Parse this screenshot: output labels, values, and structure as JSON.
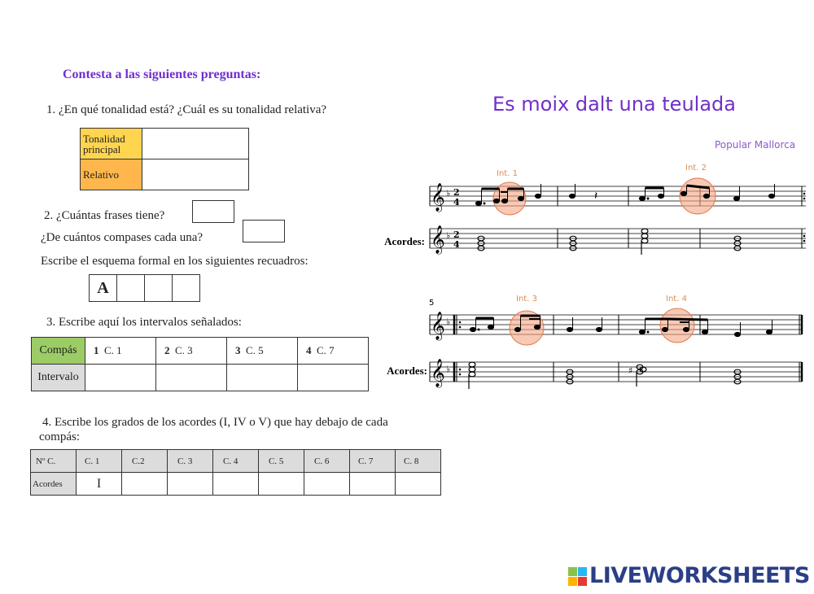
{
  "heading": "Contesta a las siguientes preguntas:",
  "q1": {
    "text": "1. ¿En qué tonalidad está? ¿Cuál es su tonalidad relativa?",
    "row1_label": "Tonalidad principal",
    "row2_label": "Relativo",
    "row1_color": "#ffd54f",
    "row2_color": "#ffb74d"
  },
  "q2": {
    "line1": "2. ¿Cuántas frases tiene?",
    "line2": "¿De cuántos compases cada una?",
    "line3": "Escribe el esquema formal en los siguientes recuadros:",
    "first_letter": "A"
  },
  "q3": {
    "text": "3. Escribe aquí los intervalos señalados:",
    "header_label": "Compás",
    "row_label": "Intervalo",
    "header_color": "#9ccc65",
    "cells": [
      {
        "num": "1",
        "label": "C. 1"
      },
      {
        "num": "2",
        "label": "C. 3"
      },
      {
        "num": "3",
        "label": "C. 5"
      },
      {
        "num": "4",
        "label": "C. 7"
      }
    ]
  },
  "q4": {
    "text_line1": "4. Escribe los grados de los acordes (I, IV o V) que hay debajo de cada",
    "text_line2": "compás:",
    "header": [
      "Nº C.",
      "C. 1",
      "C.2",
      "C. 3",
      "C. 4",
      "C. 5",
      "C. 6",
      "C. 7",
      "C. 8"
    ],
    "row_label": "Acordes",
    "first_value": "I"
  },
  "score": {
    "title": "Es moix dalt una teulada",
    "composer": "Popular Mallorca",
    "chords_label": "Acordes:",
    "measure_number": "5",
    "interval_labels": [
      "Int. 1",
      "Int. 2",
      "Int. 3",
      "Int. 4"
    ],
    "highlight_color": "#f4a582"
  },
  "brand": {
    "name": "LIVEWORKSHEETS",
    "color": "#2b3f87"
  }
}
